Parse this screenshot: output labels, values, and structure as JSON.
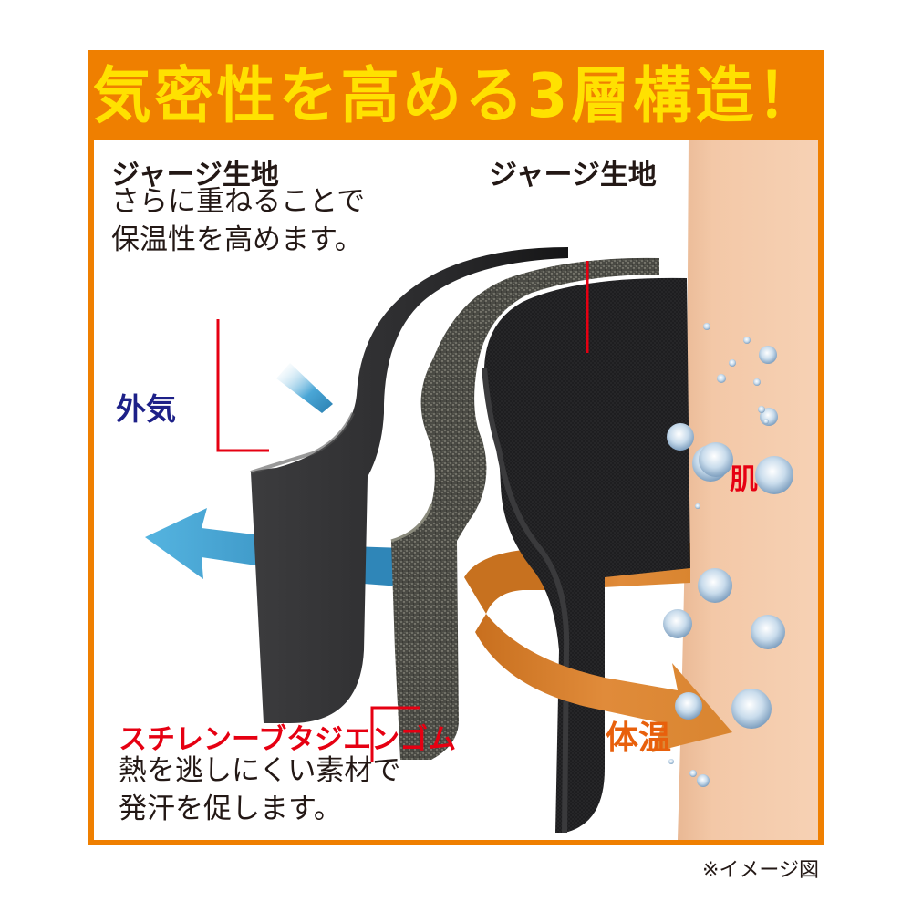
{
  "header": {
    "title": "気密性を高める3層構造！",
    "background_color": "#ef7f00",
    "text_color": "#ffe100"
  },
  "layers": {
    "outer_jersey": {
      "name": "ジャージ生地",
      "description_line1": "さらに重ねることで",
      "description_line2": "保温性を高めます。"
    },
    "inner_jersey": {
      "name": "ジャージ生地"
    },
    "middle_rubber": {
      "name": "スチレンーブタジエンゴム",
      "description_line1": "熱を逃しにくい素材で",
      "description_line2": "発汗を促します。"
    }
  },
  "annotations": {
    "outside_air": "外気",
    "skin": "肌",
    "body_heat": "体温"
  },
  "colors": {
    "frame": "#ef7f00",
    "leader_line": "#e60012",
    "outside_air_arrow": "#3fa3d4",
    "body_heat_arrow": "#d9822b",
    "skin": "#f2c6a4",
    "outside_air_text": "#1d2088",
    "body_heat_text": "#e8600c"
  },
  "footnote": "※イメージ図"
}
